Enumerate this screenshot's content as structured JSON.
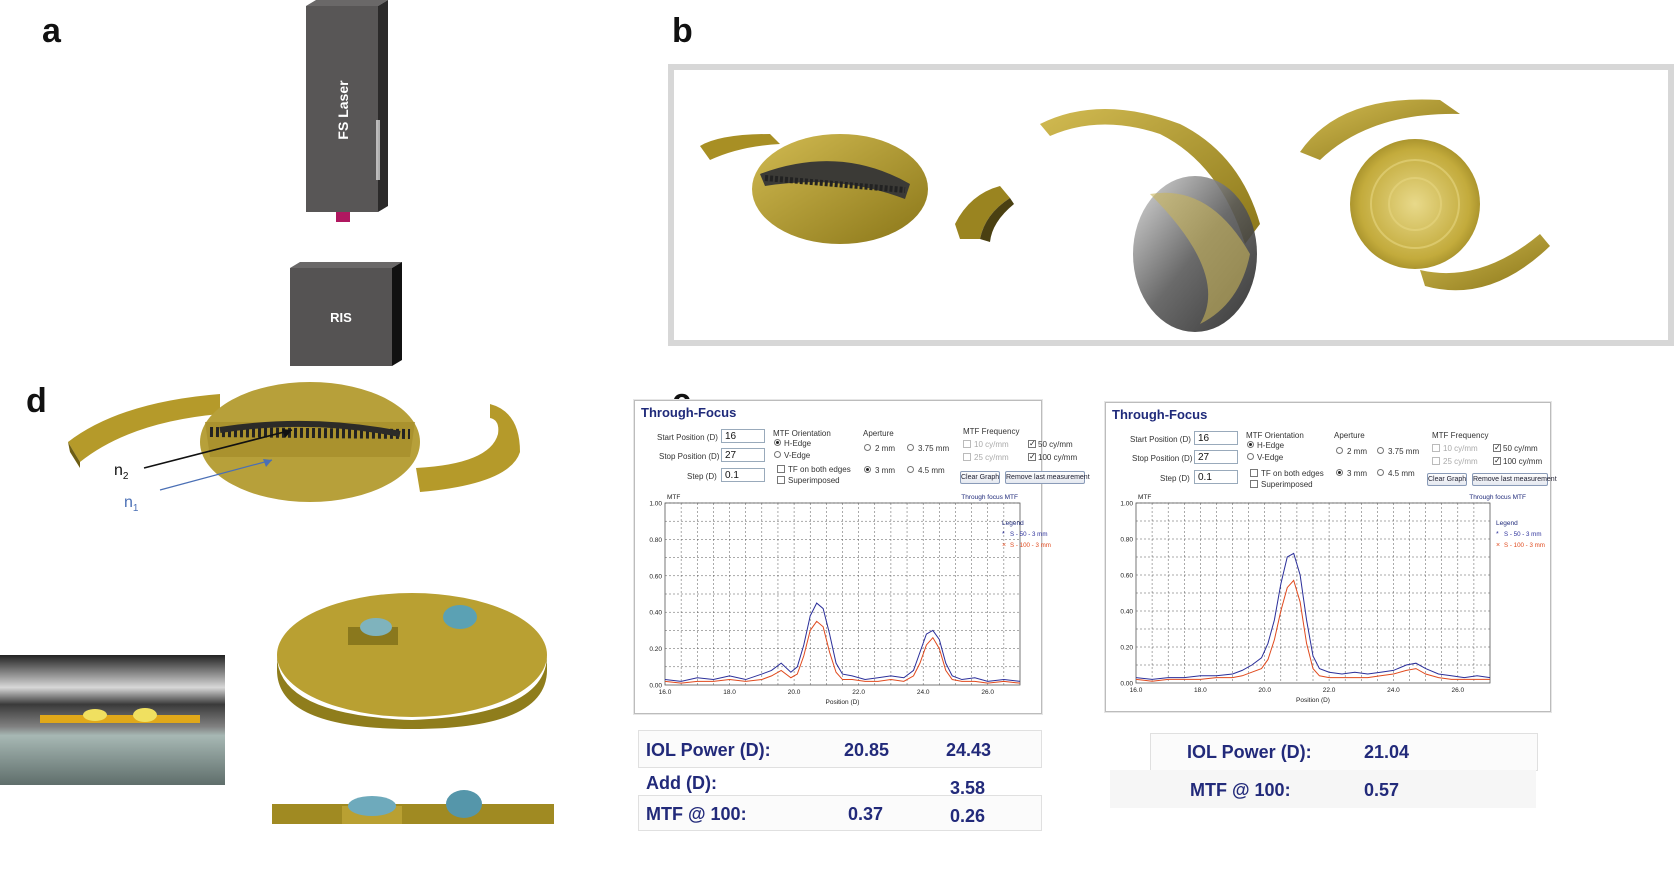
{
  "panels": {
    "a": "a",
    "b": "b",
    "c": "c",
    "d": "d"
  },
  "labels": {
    "fs_laser": "FS Laser",
    "ris": "RIS",
    "n2": "n",
    "n2_sub": "2",
    "n1": "n",
    "n1_sub": "1"
  },
  "colors": {
    "gold": "#b59a2a",
    "gold_dark": "#7d6a17",
    "blue_curve": "#2b2f9a",
    "red_curve": "#e04a1e",
    "title_blue": "#1f2a7a"
  },
  "through_focus": [
    {
      "title": "Through-Focus",
      "start_label": "Start Position (D)",
      "start_value": "16",
      "stop_label": "Stop Position (D)",
      "stop_value": "27",
      "step_label": "Step (D)",
      "step_value": "0.1",
      "mtf_orientation_label": "MTF Orientation",
      "h_edge": "H-Edge",
      "v_edge": "V-Edge",
      "tf_both": "TF on both edges",
      "superimposed": "Superimposed",
      "aperture_label": "Aperture",
      "ap_2": "2 mm",
      "ap_375": "3.75 mm",
      "ap_3": "3 mm",
      "ap_45": "4.5 mm",
      "freq_label": "MTF Frequency",
      "f10": "10 cy/mm",
      "f50": "50 cy/mm",
      "f25": "25 cy/mm",
      "f100": "100 cy/mm",
      "clear_graph": "Clear Graph",
      "remove_last": "Remove last measurement",
      "chart_title": "Through focus MTF",
      "y_axis_label": "MTF",
      "x_axis_label": "Position (D)",
      "legend_title": "Legend",
      "legend_s50": "S - 50 - 3 mm",
      "legend_s100": "S - 100 - 3 mm"
    },
    {
      "title": "Through-Focus",
      "start_label": "Start Position (D)",
      "start_value": "16",
      "stop_label": "Stop Position (D)",
      "stop_value": "27",
      "step_label": "Step (D)",
      "step_value": "0.1",
      "mtf_orientation_label": "MTF Orientation",
      "h_edge": "H-Edge",
      "v_edge": "V-Edge",
      "tf_both": "TF on both edges",
      "superimposed": "Superimposed",
      "aperture_label": "Aperture",
      "ap_2": "2 mm",
      "ap_375": "3.75 mm",
      "ap_3": "3 mm",
      "ap_45": "4.5 mm",
      "freq_label": "MTF Frequency",
      "f10": "10 cy/mm",
      "f50": "50 cy/mm",
      "f25": "25 cy/mm",
      "f100": "100 cy/mm",
      "clear_graph": "Clear Graph",
      "remove_last": "Remove last measurement",
      "chart_title": "Through focus MTF",
      "y_axis_label": "MTF",
      "x_axis_label": "Position (D)",
      "legend_title": "Legend",
      "legend_s50": "S - 50 - 3 mm",
      "legend_s100": "S - 100 - 3 mm"
    }
  ],
  "results_left": {
    "iol_power_label": "IOL Power (D):",
    "iol_power_1": "20.85",
    "iol_power_2": "24.43",
    "add_label": "Add (D):",
    "add_value": "3.58",
    "mtf_label": "MTF @ 100:",
    "mtf_1": "0.37",
    "mtf_2": "0.26"
  },
  "results_right": {
    "iol_power_label": "IOL Power (D):",
    "iol_power_1": "21.04",
    "mtf_label": "MTF @ 100:",
    "mtf_1": "0.57"
  },
  "chart_data": [
    {
      "type": "line",
      "title": "Through focus MTF",
      "xlabel": "Position (D)",
      "ylabel": "MTF",
      "xlim": [
        16,
        27
      ],
      "ylim": [
        0,
        1
      ],
      "x_ticks": [
        "16.0",
        "18.0",
        "20.0",
        "22.0",
        "24.0",
        "26.0"
      ],
      "y_ticks": [
        "0.00",
        "0.20",
        "0.40",
        "0.60",
        "0.80",
        "1.00"
      ],
      "grid": true,
      "legend": "right",
      "series": [
        {
          "name": "S - 50 - 3 mm",
          "color": "#2b2f9a",
          "x": [
            16.0,
            16.5,
            17.0,
            17.5,
            18.0,
            18.5,
            19.0,
            19.3,
            19.6,
            19.9,
            20.1,
            20.3,
            20.5,
            20.7,
            20.9,
            21.1,
            21.3,
            21.5,
            21.8,
            22.2,
            22.6,
            23.0,
            23.4,
            23.7,
            23.9,
            24.1,
            24.3,
            24.5,
            24.7,
            24.9,
            25.2,
            25.6,
            26.0,
            26.5,
            27.0
          ],
          "y": [
            0.03,
            0.02,
            0.04,
            0.03,
            0.05,
            0.03,
            0.06,
            0.08,
            0.12,
            0.07,
            0.1,
            0.22,
            0.38,
            0.45,
            0.42,
            0.28,
            0.12,
            0.06,
            0.05,
            0.03,
            0.04,
            0.05,
            0.04,
            0.08,
            0.18,
            0.28,
            0.3,
            0.25,
            0.12,
            0.05,
            0.03,
            0.04,
            0.02,
            0.03,
            0.02
          ]
        },
        {
          "name": "S - 100 - 3 mm",
          "color": "#e04a1e",
          "x": [
            16.0,
            16.5,
            17.0,
            17.5,
            18.0,
            18.5,
            19.0,
            19.3,
            19.6,
            19.9,
            20.1,
            20.3,
            20.5,
            20.7,
            20.9,
            21.1,
            21.3,
            21.5,
            21.8,
            22.2,
            22.6,
            23.0,
            23.4,
            23.7,
            23.9,
            24.1,
            24.3,
            24.5,
            24.7,
            24.9,
            25.2,
            25.6,
            26.0,
            26.5,
            27.0
          ],
          "y": [
            0.02,
            0.01,
            0.02,
            0.02,
            0.03,
            0.02,
            0.03,
            0.05,
            0.08,
            0.04,
            0.06,
            0.16,
            0.3,
            0.35,
            0.32,
            0.18,
            0.07,
            0.03,
            0.03,
            0.02,
            0.02,
            0.03,
            0.02,
            0.05,
            0.12,
            0.22,
            0.26,
            0.2,
            0.08,
            0.03,
            0.02,
            0.02,
            0.01,
            0.02,
            0.01
          ]
        }
      ]
    },
    {
      "type": "line",
      "title": "Through focus MTF",
      "xlabel": "Position (D)",
      "ylabel": "MTF",
      "xlim": [
        16,
        27
      ],
      "ylim": [
        0,
        1
      ],
      "x_ticks": [
        "16.0",
        "18.0",
        "20.0",
        "22.0",
        "24.0",
        "26.0"
      ],
      "y_ticks": [
        "0.00",
        "0.20",
        "0.40",
        "0.60",
        "0.80",
        "1.00"
      ],
      "grid": true,
      "legend": "right",
      "series": [
        {
          "name": "S - 50 - 3 mm",
          "color": "#2b2f9a",
          "x": [
            16.0,
            16.5,
            17.0,
            17.5,
            18.0,
            18.5,
            19.0,
            19.3,
            19.6,
            19.9,
            20.1,
            20.3,
            20.5,
            20.7,
            20.9,
            21.1,
            21.3,
            21.5,
            21.7,
            22.0,
            22.4,
            22.8,
            23.2,
            23.6,
            24.0,
            24.4,
            24.7,
            25.0,
            25.4,
            25.8,
            26.2,
            26.6,
            27.0
          ],
          "y": [
            0.03,
            0.02,
            0.03,
            0.03,
            0.04,
            0.04,
            0.05,
            0.07,
            0.1,
            0.14,
            0.22,
            0.35,
            0.55,
            0.7,
            0.72,
            0.6,
            0.35,
            0.15,
            0.08,
            0.06,
            0.05,
            0.06,
            0.05,
            0.06,
            0.07,
            0.1,
            0.11,
            0.08,
            0.05,
            0.04,
            0.03,
            0.04,
            0.03
          ]
        },
        {
          "name": "S - 100 - 3 mm",
          "color": "#e04a1e",
          "x": [
            16.0,
            16.5,
            17.0,
            17.5,
            18.0,
            18.5,
            19.0,
            19.3,
            19.6,
            19.9,
            20.1,
            20.3,
            20.5,
            20.7,
            20.9,
            21.1,
            21.3,
            21.5,
            21.7,
            22.0,
            22.4,
            22.8,
            23.2,
            23.6,
            24.0,
            24.4,
            24.7,
            25.0,
            25.4,
            25.8,
            26.2,
            26.6,
            27.0
          ],
          "y": [
            0.02,
            0.01,
            0.02,
            0.02,
            0.02,
            0.03,
            0.03,
            0.04,
            0.06,
            0.08,
            0.13,
            0.24,
            0.4,
            0.53,
            0.57,
            0.45,
            0.22,
            0.08,
            0.04,
            0.03,
            0.03,
            0.03,
            0.03,
            0.04,
            0.05,
            0.07,
            0.08,
            0.05,
            0.03,
            0.02,
            0.02,
            0.02,
            0.02
          ]
        }
      ]
    }
  ]
}
